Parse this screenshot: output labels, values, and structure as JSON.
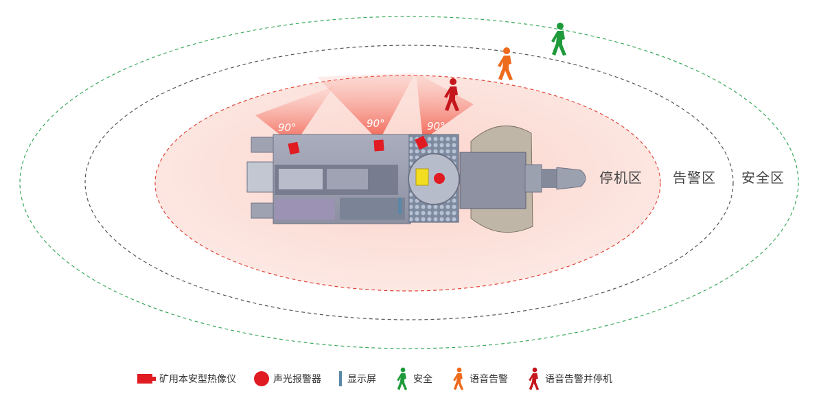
{
  "zones": {
    "stop": {
      "label": "停机区",
      "color": "#e0443a"
    },
    "warning": {
      "label": "告警区",
      "color": "#555555"
    },
    "safe": {
      "label": "安全区",
      "color": "#3aa85a"
    }
  },
  "camera_fov": {
    "angles": [
      "90°",
      "90°",
      "90°"
    ]
  },
  "colors": {
    "safe": "#1e9a3a",
    "warning": "#ee6a1c",
    "stop": "#c4161c",
    "camera": "#e01b22",
    "display": "#5a88a6"
  },
  "legend": {
    "camera": {
      "label": "矿用本安型热像仪",
      "icon": "thermal-camera-icon"
    },
    "alarm": {
      "label": "声光报警器",
      "icon": "alarm-icon"
    },
    "display": {
      "label": "显示屏",
      "icon": "display-icon"
    },
    "safe": {
      "label": "安全",
      "icon": "person-walking-icon"
    },
    "voice_alarm": {
      "label": "语音告警",
      "icon": "person-walking-icon"
    },
    "voice_alarm_stop": {
      "label": "语音告警并停机",
      "icon": "person-walking-icon"
    }
  }
}
